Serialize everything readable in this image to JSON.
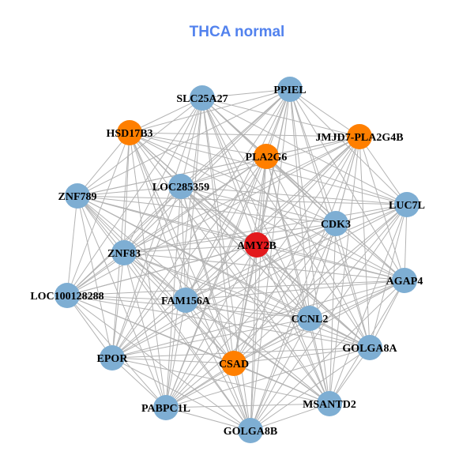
{
  "title": "THCA normal",
  "colors": {
    "blue": "#7eaed3",
    "orange": "#ff7f00",
    "red": "#e3191c",
    "edge": "#b3b3b3"
  },
  "nodes": [
    {
      "id": "PPIEL",
      "color": "blue"
    },
    {
      "id": "SLC25A27",
      "color": "blue"
    },
    {
      "id": "HSD17B3",
      "color": "orange"
    },
    {
      "id": "JMJD7-PLA2G4B",
      "color": "orange"
    },
    {
      "id": "PLA2G6",
      "color": "orange"
    },
    {
      "id": "LOC285359",
      "color": "blue"
    },
    {
      "id": "ZNF789",
      "color": "blue"
    },
    {
      "id": "LUC7L",
      "color": "blue"
    },
    {
      "id": "CDK3",
      "color": "blue"
    },
    {
      "id": "AMY2B",
      "color": "red"
    },
    {
      "id": "ZNF83",
      "color": "blue"
    },
    {
      "id": "AGAP4",
      "color": "blue"
    },
    {
      "id": "LOC100128288",
      "color": "blue"
    },
    {
      "id": "FAM156A",
      "color": "blue"
    },
    {
      "id": "CCNL2",
      "color": "blue"
    },
    {
      "id": "GOLGA8A",
      "color": "blue"
    },
    {
      "id": "EPOR",
      "color": "blue"
    },
    {
      "id": "CSAD",
      "color": "orange"
    },
    {
      "id": "MSANTD2",
      "color": "blue"
    },
    {
      "id": "PABPC1L",
      "color": "blue"
    },
    {
      "id": "GOLGA8B",
      "color": "blue"
    }
  ]
}
